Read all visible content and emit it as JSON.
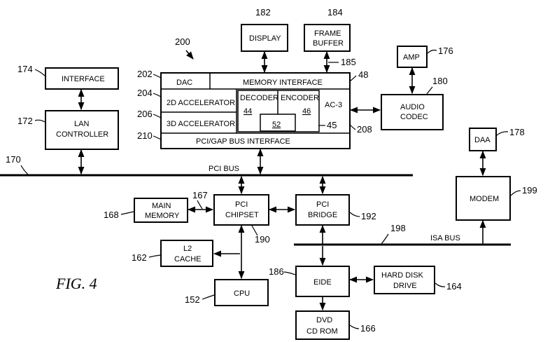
{
  "figure": {
    "label": "FIG.  4",
    "ref": "200"
  },
  "blocks": {
    "display": {
      "label": "DISPLAY",
      "ref": "182"
    },
    "frame_buffer": {
      "line1": "FRAME",
      "line2": "BUFFER",
      "ref": "184"
    },
    "amp": {
      "label": "AMP",
      "ref": "176"
    },
    "interface": {
      "label": "INTERFACE",
      "ref": "174"
    },
    "lan_controller": {
      "line1": "LAN",
      "line2": "CONTROLLER",
      "ref": "172"
    },
    "dac": {
      "label": "DAC",
      "ref": "202"
    },
    "memory_interface": {
      "label": "MEMORY INTERFACE",
      "ref": "48"
    },
    "accel_2d": {
      "label": "2D ACCELERATOR",
      "ref": "204"
    },
    "accel_3d": {
      "label": "3D ACCELERATOR",
      "ref": "206"
    },
    "decoder": {
      "label": "DECODER",
      "num": "44"
    },
    "encoder": {
      "label": "ENCODER",
      "num": "46"
    },
    "block_52": {
      "num": "52"
    },
    "ac3": {
      "label": "AC-3",
      "ref": "45"
    },
    "pci_gap": {
      "label": "PCI/GAP BUS INTERFACE",
      "ref": "210"
    },
    "media_ref": "208",
    "audio_codec": {
      "line1": "AUDIO",
      "line2": "CODEC",
      "ref": "180"
    },
    "daa": {
      "label": "DAA",
      "ref": "178"
    },
    "modem": {
      "label": "MODEM",
      "ref": "199"
    },
    "main_memory": {
      "line1": "MAIN",
      "line2": "MEMORY",
      "ref": "168",
      "link_ref": "167"
    },
    "pci_chipset": {
      "line1": "PCI",
      "line2": "CHIPSET",
      "ref": "190"
    },
    "pci_bridge": {
      "line1": "PCI",
      "line2": "BRIDGE",
      "ref": "192"
    },
    "l2_cache": {
      "line1": "L2",
      "line2": "CACHE",
      "ref": "162"
    },
    "cpu": {
      "label": "CPU",
      "ref": "152"
    },
    "eide": {
      "label": "EIDE",
      "ref": "186"
    },
    "hard_disk": {
      "line1": "HARD DISK",
      "line2": "DRIVE",
      "ref": "164"
    },
    "dvd": {
      "line1": "DVD",
      "line2": "CD ROM",
      "ref": "166"
    },
    "fb_link_ref": "185"
  },
  "buses": {
    "pci": {
      "label": "PCI BUS",
      "ref": "170"
    },
    "isa": {
      "label": "ISA BUS",
      "ref": "198"
    }
  }
}
